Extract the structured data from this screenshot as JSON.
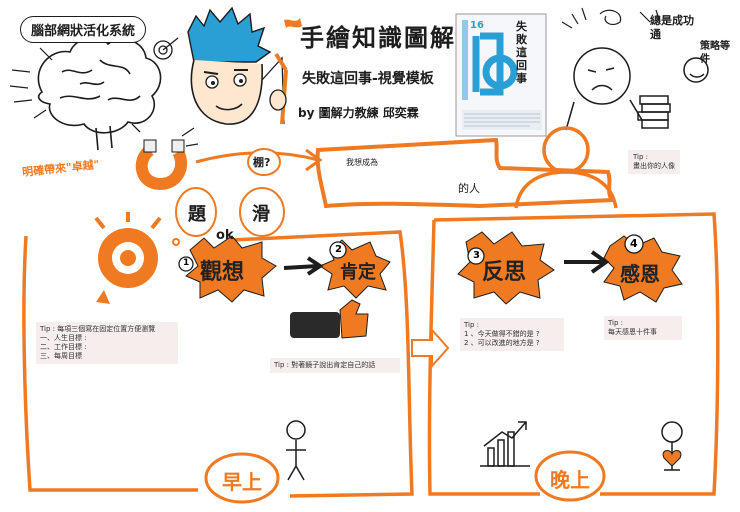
{
  "header": {
    "brain_title": "腦部網狀活化系統",
    "brain_caption": "明確帶來\"卓越\"",
    "main_title": "手繪知識圖解",
    "subtitle": "失敗這回事-視覺模板",
    "byline": "by 圖解力教練 邱奕霖"
  },
  "book": {
    "title_chars": "失敗這回事",
    "number": "16"
  },
  "top_right": {
    "caption_a": "總是成功通",
    "caption_b": "策略等件"
  },
  "identity": {
    "prefix": "我想成為",
    "suffix": "的人",
    "tip_title": "Tip :",
    "tip_text": "畫出你的人像"
  },
  "bubbles": {
    "left": "題",
    "right": "滑",
    "small_cloud": "棚?",
    "ok": "ok"
  },
  "steps": [
    {
      "number": "1",
      "label": "觀想"
    },
    {
      "number": "2",
      "label": "肯定"
    },
    {
      "number": "3",
      "label": "反思"
    },
    {
      "number": "4",
      "label": "感恩"
    }
  ],
  "tips": {
    "morning_title": "Tip : 每項三個寫在固定位置方便瀏覽",
    "morning_lines": [
      "一、人生目標 :",
      "二、工作目標 :",
      "三、每周目標"
    ],
    "affirm": "Tip : 對著鏡子說出肯定自己的話",
    "reflect_title": "Tip :",
    "reflect_lines": [
      "1 、今天做得不錯的是 ?",
      "2 、可以改進的地方是 ?"
    ],
    "grateful_title": "Tip :",
    "grateful_text": "每天感恩十件事"
  },
  "sections": {
    "morning": "早上",
    "evening": "晚上"
  },
  "colors": {
    "orange": "#f07a22",
    "ink": "#1d1d1d",
    "blue": "#2a9fd6",
    "tip_bg": "#f6eded"
  }
}
